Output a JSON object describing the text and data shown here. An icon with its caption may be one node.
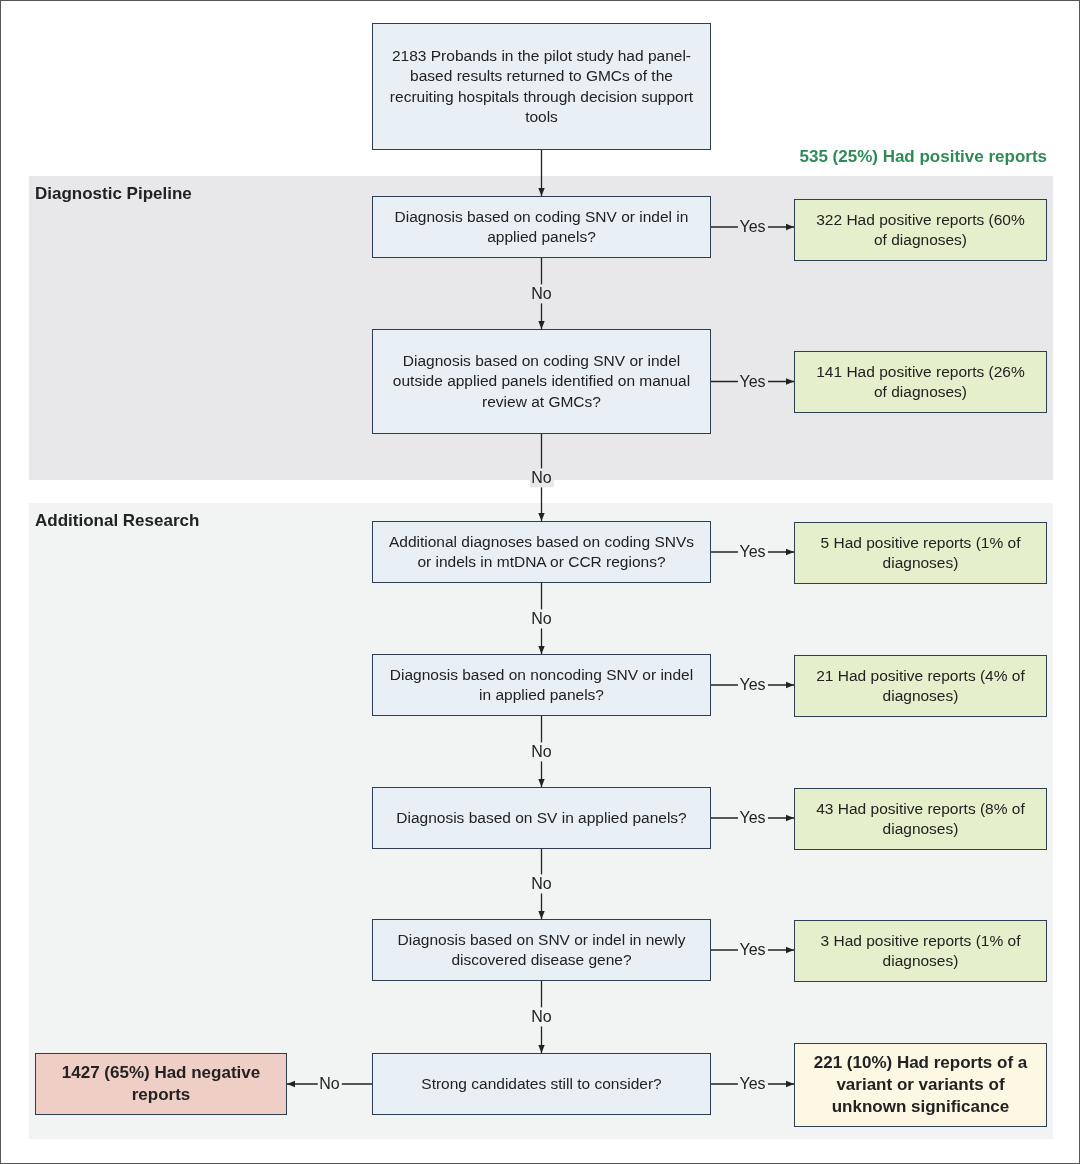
{
  "diagram": {
    "nodes": [
      {
        "text": [
          "2183 Probands in the pilot study had panel-based results returned to GMCs of the recruiting hospitals through decision support tools"
        ]
      },
      {
        "text": [
          "Diagnostic Pipeline"
        ]
      },
      {
        "text": [
          "Diagnosis based on coding SNV or indel in applied panels?"
        ],
        "in": 1
      },
      {
        "text": [
          "322 Had positive reports (60% of diagnoses)"
        ],
        "in": 1
      },
      {
        "text": [
          "Diagnosis based on coding SNV or indel outside applied panels identified on manual review at GMCs?"
        ],
        "in": 1
      },
      {
        "text": [
          "141 Had positive reports (26% of diagnoses)"
        ],
        "in": 1
      },
      {
        "text": [
          "Additional Research"
        ]
      },
      {
        "text": [
          "Additional diagnoses based on coding SNVs or indels in mtDNA or CCR regions?"
        ],
        "in": 6
      },
      {
        "text": [
          "5 Had positive reports (1% of diagnoses)"
        ],
        "in": 6
      },
      {
        "text": [
          "Diagnosis based on noncoding SNV or indel in applied panels?"
        ],
        "in": 6
      },
      {
        "text": [
          "21 Had positive reports (4% of diagnoses)"
        ],
        "in": 6
      },
      {
        "text": [
          "Diagnosis based on SV in applied panels?"
        ],
        "in": 6
      },
      {
        "text": [
          "43 Had positive reports (8% of diagnoses)"
        ],
        "in": 6
      },
      {
        "text": [
          "Diagnosis based on SNV or indel in newly discovered disease gene?"
        ],
        "in": 6
      },
      {
        "text": [
          "3 Had positive reports (1% of diagnoses)"
        ],
        "in": 6
      },
      {
        "text": [
          "1427 (65%) Had negative reports"
        ],
        "in": 6
      },
      {
        "text": [
          "Strong candidates still to consider?"
        ],
        "in": 6
      },
      {
        "text": [
          "221 (10%) Had reports of a variant or variants of unknown significance"
        ],
        "in": 6
      }
    ],
    "edges": [
      {
        "from": 0,
        "to": 2,
        "arrow": "to"
      },
      {
        "from": 2,
        "to": 3,
        "arrow": "to",
        "label": "Yes"
      },
      {
        "from": 2,
        "to": 4,
        "arrow": "to",
        "label": "No"
      },
      {
        "from": 4,
        "to": 5,
        "arrow": "to",
        "label": "Yes"
      },
      {
        "from": 4,
        "to": 7,
        "arrow": "to",
        "label": "No"
      },
      {
        "from": 7,
        "to": 8,
        "arrow": "to",
        "label": "Yes"
      },
      {
        "from": 7,
        "to": 9,
        "arrow": "to",
        "label": "No"
      },
      {
        "from": 9,
        "to": 10,
        "arrow": "to",
        "label": "Yes"
      },
      {
        "from": 9,
        "to": 11,
        "arrow": "to",
        "label": "No"
      },
      {
        "from": 11,
        "to": 12,
        "arrow": "to",
        "label": "Yes"
      },
      {
        "from": 11,
        "to": 13,
        "arrow": "to",
        "label": "No"
      },
      {
        "from": 13,
        "to": 14,
        "arrow": "to",
        "label": "Yes"
      },
      {
        "from": 13,
        "to": 16,
        "arrow": "to",
        "label": "No"
      },
      {
        "from": 16,
        "to": 17,
        "arrow": "to",
        "label": "Yes"
      },
      {
        "from": 16,
        "to": 15,
        "arrow": "to",
        "label": "No"
      }
    ],
    "labels": [
      "535 (25%) Had positive reports"
    ]
  }
}
